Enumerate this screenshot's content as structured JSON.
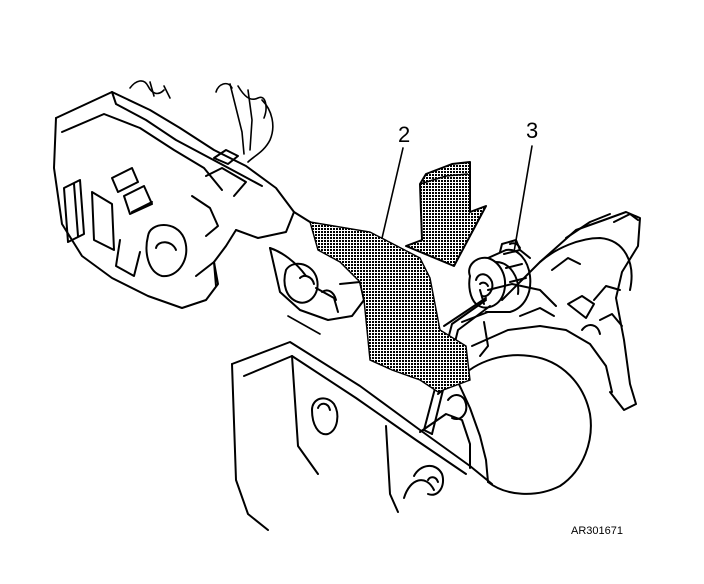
{
  "callouts": {
    "two": "2",
    "three": "3"
  },
  "figure_id": "AR301671",
  "colors": {
    "line": "#000000",
    "background": "#ffffff"
  }
}
